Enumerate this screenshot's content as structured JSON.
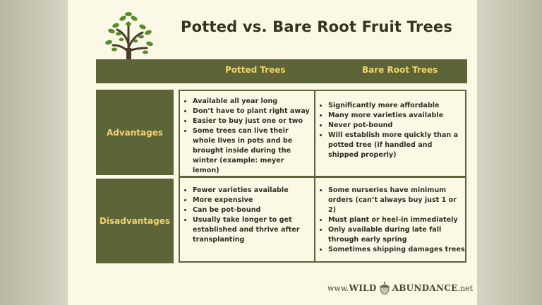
{
  "title": "Potted vs. Bare Root Fruit Trees",
  "columns": {
    "potted": "Potted Trees",
    "bare_root": "Bare Root Trees"
  },
  "rows": {
    "advantages": {
      "label": "Advantages",
      "potted": [
        "Available all year long",
        "Don’t have to plant right away",
        "Easier to buy just one or two",
        "Some trees can live their whole lives in pots and be brought inside during the winter (example: meyer lemon)"
      ],
      "bare_root": [
        "Significantly more affordable",
        "Many more varieties available",
        "Never pot-bound",
        "Will establish more quickly than a potted tree (if handled and shipped properly)"
      ]
    },
    "disadvantages": {
      "label": "Disadvantages",
      "potted": [
        "Fewer varieties available",
        "More expensive",
        "Can be pot-bound",
        "Usually take longer to get established and thrive after transplanting"
      ],
      "bare_root": [
        "Some nurseries have minimum orders (can’t always buy just 1 or 2)",
        "Must plant or heel-in immediately",
        "Only available during late fall through early spring",
        "Sometimes shipping damages  trees"
      ]
    }
  },
  "brand": {
    "prefix": "www.",
    "name_left": "WILD",
    "name_right": "ABUNDANCE",
    "suffix": ".net"
  },
  "colors": {
    "header_green": "#5c6438",
    "label_yellow": "#f2d36a",
    "card_bg": "#fbf8e6",
    "leaf_green": "#5a8a2e"
  },
  "icons": {
    "tree": "tree-icon",
    "acorn": "acorn-icon"
  }
}
